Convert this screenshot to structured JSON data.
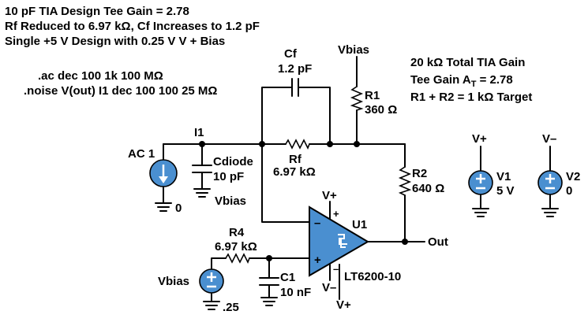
{
  "header": {
    "line1": "10 pF TIA Design Tee Gain = 2.78",
    "line2": "Rf Reduced to 6.97 kΩ, Cf Increases to 1.2 pF",
    "line3": "Single +5 V Design with 0.25 V V + Bias"
  },
  "sim": {
    "ac": ".ac dec 100 1k 100 MΩ",
    "noise": ".noise V(out) I1 dec 100 100 25 MΩ"
  },
  "notes": {
    "line1": "20 kΩ Total TIA Gain",
    "line2_prefix": "Tee Gain A",
    "line2_sub": "T",
    "line2_suffix": " = 2.78",
    "line3": "R1 + R2 = 1 kΩ Target"
  },
  "components": {
    "cf": {
      "name": "Cf",
      "value": "1.2 pF"
    },
    "rf": {
      "name": "Rf",
      "value": "6.97 kΩ"
    },
    "r1": {
      "name": "R1",
      "value": "360 Ω"
    },
    "r2": {
      "name": "R2",
      "value": "640 Ω"
    },
    "r4": {
      "name": "R4",
      "value": "6.97 kΩ"
    },
    "c1": {
      "name": "C1",
      "value": "10 nF"
    },
    "cdiode": {
      "name": "Cdiode",
      "value": "10 pF"
    },
    "ac1": {
      "name": "AC 1",
      "ground_label": "0"
    },
    "i1": {
      "name": "I1"
    },
    "v1": {
      "name": "V1",
      "value": "5 V",
      "net": "V+"
    },
    "v2": {
      "name": "V2",
      "value": "0",
      "net": "V–"
    },
    "u1": {
      "name": "U1",
      "part": "LT6200-10"
    },
    "vbias_src": {
      "name": "Vbias",
      "value": ".25"
    }
  },
  "nets": {
    "vbias": "Vbias",
    "vplus": "V+",
    "vminus": "V–",
    "out": "Out",
    "minus_sign": "–",
    "plus_sign": "+"
  },
  "colors": {
    "accent": "#4a8fd0",
    "wire": "#000000"
  }
}
